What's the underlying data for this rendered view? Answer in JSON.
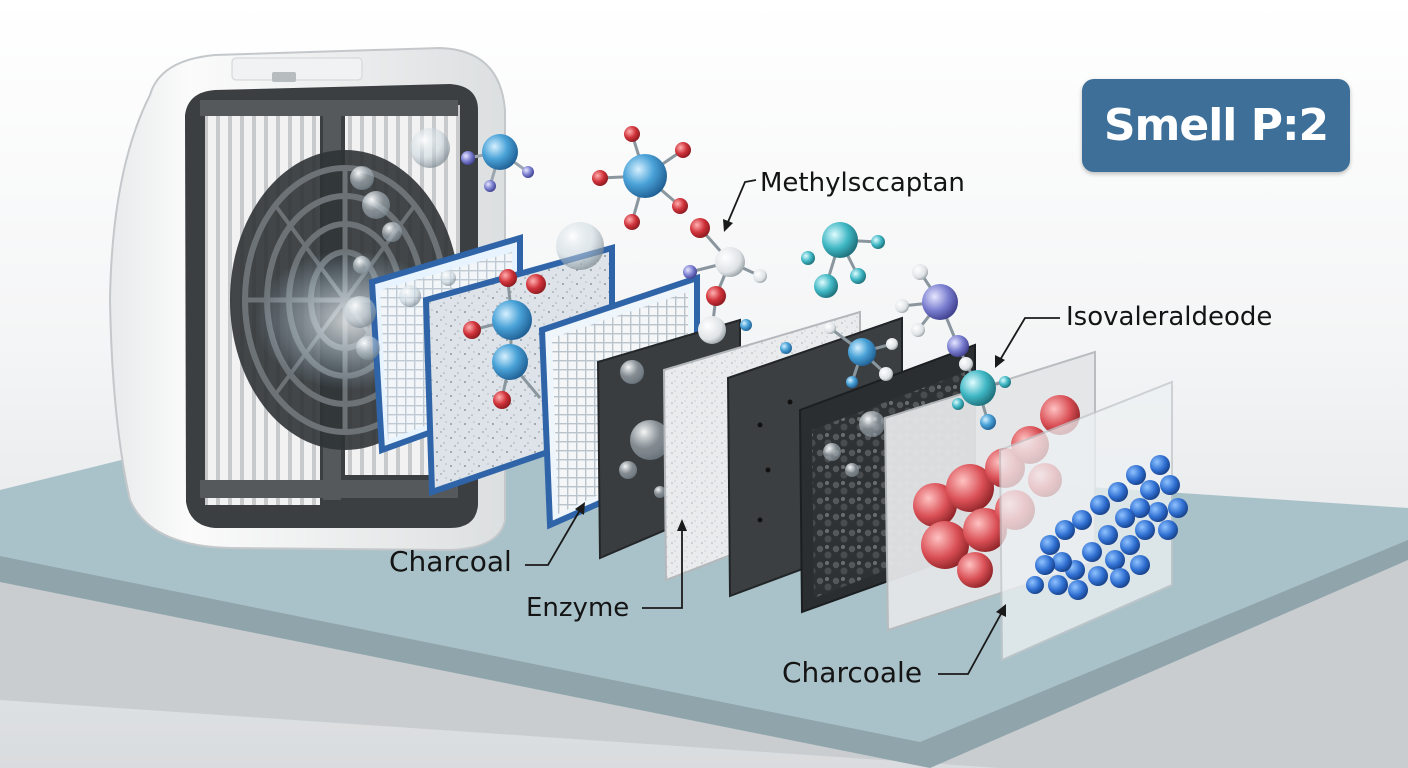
{
  "badge": {
    "text": "Smell P:2",
    "color": "#3d6f99"
  },
  "labels": {
    "methyl": "Methylsccaptan",
    "isovaler": "Isovaleraldeode",
    "charcoal": "Charcoal",
    "enzyme": "Enzyme",
    "charcoale": "Charcoale"
  },
  "colors": {
    "molecule_blue": "#4aa3d8",
    "molecule_red": "#d0323a",
    "molecule_teal": "#3fb7c4",
    "molecule_purple": "#7b7fd0",
    "bead_blue": "#2f6fd1",
    "bead_red": "#d94f55",
    "frame_blue": "#2f64a8",
    "platform": "#a9c2c9"
  }
}
